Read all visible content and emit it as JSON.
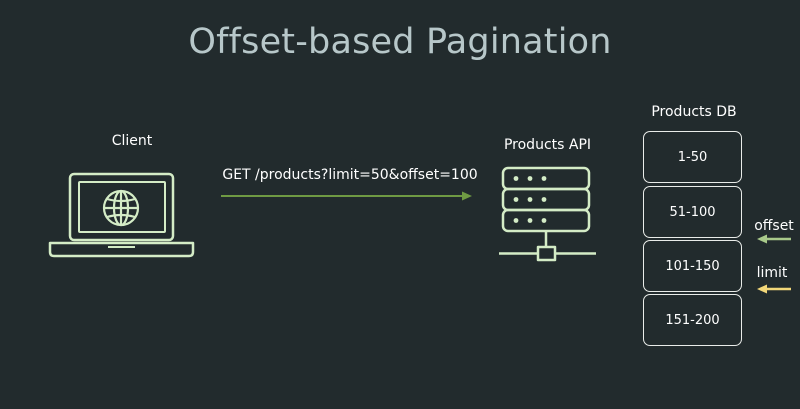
{
  "title": "Offset-based Pagination",
  "client": {
    "label": "Client"
  },
  "request": {
    "text": "GET /products?limit=50&offset=100"
  },
  "api": {
    "label": "Products API"
  },
  "db": {
    "label": "Products DB",
    "rows": [
      "1-50",
      "51-100",
      "101-150",
      "151-200"
    ]
  },
  "markers": {
    "offset_label": "offset",
    "limit_label": "limit"
  },
  "colors": {
    "background": "#222b2d",
    "title": "#b7c7c9",
    "icon_stroke": "#d4ecc6",
    "request_arrow": "#6f9a43",
    "offset_arrow": "#a8c98a",
    "limit_arrow": "#f2d779"
  }
}
